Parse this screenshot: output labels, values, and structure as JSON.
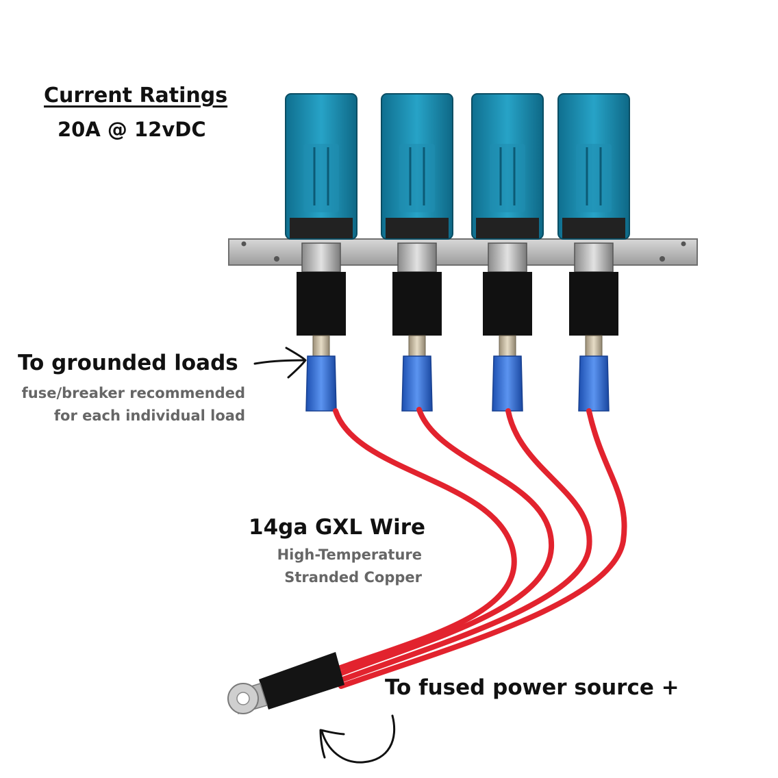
{
  "ratings": {
    "heading": "Current Ratings",
    "value": "20A @ 12vDC"
  },
  "loads": {
    "heading": "To grounded loads",
    "note_line1": "fuse/breaker recommended",
    "note_line2": "for each individual load"
  },
  "wire": {
    "heading": "14ga GXL Wire",
    "note_line1": "High-Temperature",
    "note_line2": "Stranded Copper"
  },
  "power": {
    "label": "To fused power source +"
  },
  "colors": {
    "switch_cover": "#1d8fb0",
    "wire": "#e2232e",
    "terminal_insulator": "#2f6fd6",
    "switch_body": "#111111",
    "panel": "#b9b9b9"
  },
  "switch_count": 4
}
